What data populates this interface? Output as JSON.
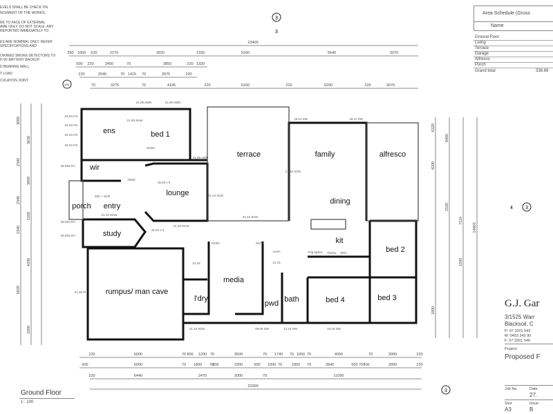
{
  "notes": [
    "EVELS SHALL BE CHECK ON",
    "NCEMENT OF THE WORKS.",
    "RE TO FACE OF EXTERNAL",
    "AME ONLY. DO NOT SCALE. ANY",
    "REPORTED IMMEDIATELY TO",
    "ES ARE NOMINAL ONLY. REFER",
    "SPECIFICATIONS AND",
    "OWIRED SMOKE DETECTORS TO",
    "H 9V BATTERY BACKUP.",
    "D BEARING WALL",
    "T LOAD",
    "CULATION JOINT"
  ],
  "rooms": {
    "ens": "ens",
    "bed1": "bed 1",
    "wir": "wir",
    "lounge": "lounge",
    "porch": "porch",
    "entry": "entry",
    "study": "study",
    "rumpus": "rumpus/ man cave",
    "media": "media",
    "laundry": "l'dry",
    "pwd": "pwd",
    "bath": "bath",
    "bed4": "bed 4",
    "bed3": "bed 3",
    "bed2": "bed 2",
    "kit": "kit",
    "dining": "dining",
    "family": "family",
    "terrace": "terrace",
    "alfresco": "alfresco"
  },
  "annotations": {
    "awn1": "21.06 AWN",
    "awn2": "21.06 AWN",
    "awn3": "21.09 AWN",
    "snet1": "21.09 S/net",
    "lounge_ceiling": "15.03 x 5",
    "study_ceiling": "15.03 x 3",
    "snet2": "21.12 S/net",
    "snet3": "21.18 S/net",
    "door2x": "2/820",
    "entry_door": "920 + 2/sill",
    "niche1": "Niche",
    "niche2": "Niche",
    "niche3": "Niche",
    "linen": "Linen",
    "linen_level": "21.15",
    "lounge_level": "21.18",
    "fridge": "Frig space",
    "pantry": "Pantry",
    "wo": "W/O",
    "sw1": "18.12 SW",
    "sw2": "18.12 SW",
    "sgd1": "21.42 SGD",
    "sgd2": "21.42 SGD",
    "sgd3": "21.24 SGD",
    "sgd4": "21.15 SGD",
    "sw3": "09.06 SW",
    "sw4": "12.15 SW",
    "sw5": "15.18 SW",
    "fg1": "04.04 FG",
    "fg2": "04.04 FG",
    "fg3": "04.04 FG",
    "fg4": "04.04 FG",
    "fg5": "18.045 FG",
    "dh1": "18.045 DH",
    "dh2": "18.045 DH",
    "rumpus_level": "21.48 PH"
  },
  "markers": {
    "top": "3",
    "top_label": "3",
    "right": "3",
    "right_label": "4",
    "bottom": "3",
    "left_small": "2/11"
  },
  "dimensions": {
    "top_overall": "23400",
    "top_row2": [
      "350",
      "1050",
      "620",
      "2270",
      "3920",
      "1320",
      "5160",
      "5640",
      "3070"
    ],
    "top_row3": [
      "600",
      "220",
      "2450",
      "70",
      "3850",
      "220",
      "1320"
    ],
    "top_row4": [
      "220",
      "2540",
      "70",
      "1415",
      "70",
      "2875",
      "220"
    ],
    "top_row5": [
      "70",
      "3275",
      "70",
      "4195",
      "220",
      "5160",
      "220",
      "5200",
      "220",
      "3070"
    ],
    "bottom_row1": [
      "220",
      "6000",
      "70",
      "800",
      "1200",
      "70",
      "3500",
      "70",
      "1740",
      "70",
      "1050",
      "70",
      "4050",
      "70",
      "3000",
      "220"
    ],
    "bottom_row2": [
      "600",
      "6000",
      "70",
      "1800",
      "70",
      "800",
      "2300",
      "600",
      "1000",
      "70",
      "1800",
      "70",
      "2840",
      "600",
      "70",
      "800",
      "3000",
      "220"
    ],
    "bottom_row3": [
      "220",
      "6440",
      "2470",
      "2000",
      "70",
      "11090"
    ],
    "bottom_overall": "22000",
    "left": [
      "3000",
      "3630",
      "2340",
      "3900",
      "2340",
      "1500",
      "2340",
      "4200",
      "6820",
      "1000"
    ],
    "right": [
      "6320",
      "4200",
      "6460",
      "2100",
      "7110",
      "14800",
      "1500",
      "1800"
    ]
  },
  "area_schedule": {
    "title": "Area Schedule (Gross",
    "name_header": "Name",
    "rows": [
      "Ground Floor",
      "Living",
      "Terrace",
      "Garage",
      "Alfresco",
      "Porch"
    ],
    "grand_total_label": "Grand total",
    "grand_total_value": "338.69"
  },
  "title_block": {
    "company": "G.J. Gar",
    "address1": "3/1525 Warr",
    "address2": "Blacksoil,  C",
    "phone": "P:   07 3201 543",
    "mobile": "M:   0403 343 90",
    "fax": "F:   07 3201 546",
    "project_label": "Project:",
    "project": "Proposed F",
    "job_label": "Job No.",
    "date_label": "Date",
    "date_value": "27.",
    "size_label": "Size",
    "size_value": "A3",
    "issue_label": "Issue",
    "issue_value": "B"
  },
  "sheet": {
    "title": "Ground Floor",
    "scale": "1 : 100"
  }
}
